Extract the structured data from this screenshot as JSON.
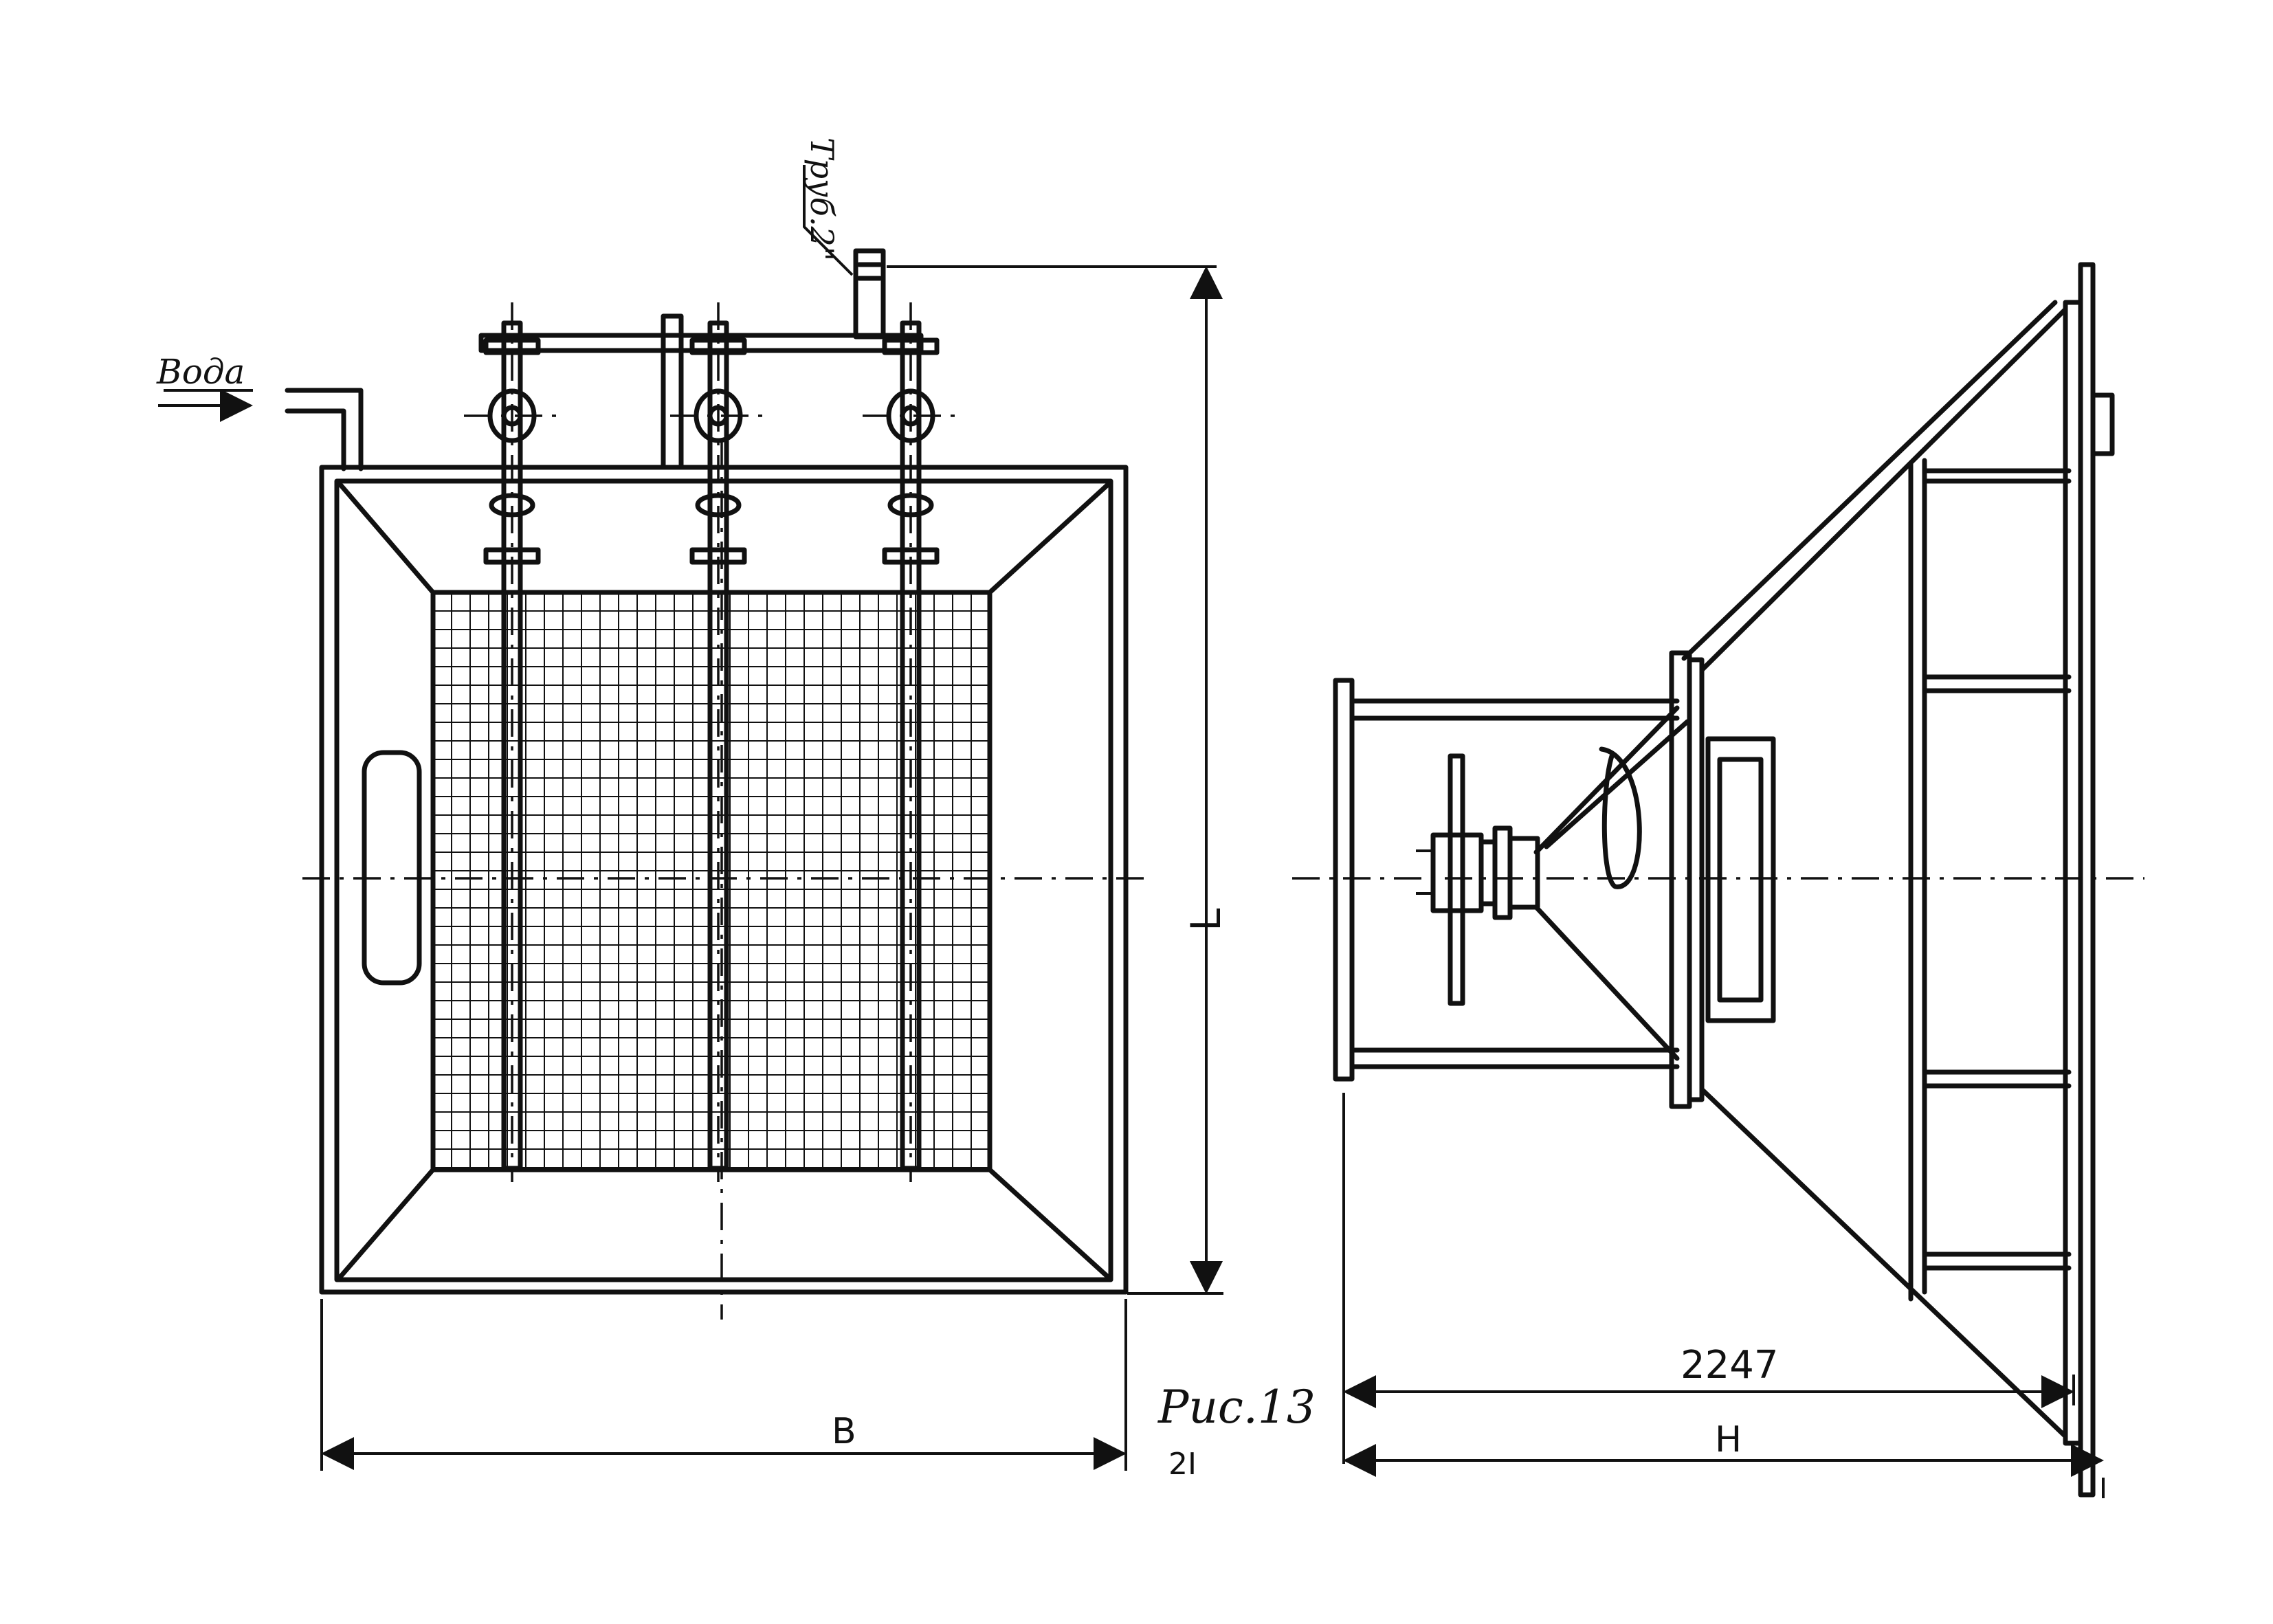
{
  "labels": {
    "water": "Вода",
    "pipe": "Труб.2\"",
    "dim_b": "B",
    "dim_l": "L",
    "dim_2247": "2247",
    "dim_h": "H",
    "figure": "Рис.13",
    "page_number": "2I"
  },
  "colors": {
    "ink": "#111111",
    "paper": "#ffffff"
  }
}
